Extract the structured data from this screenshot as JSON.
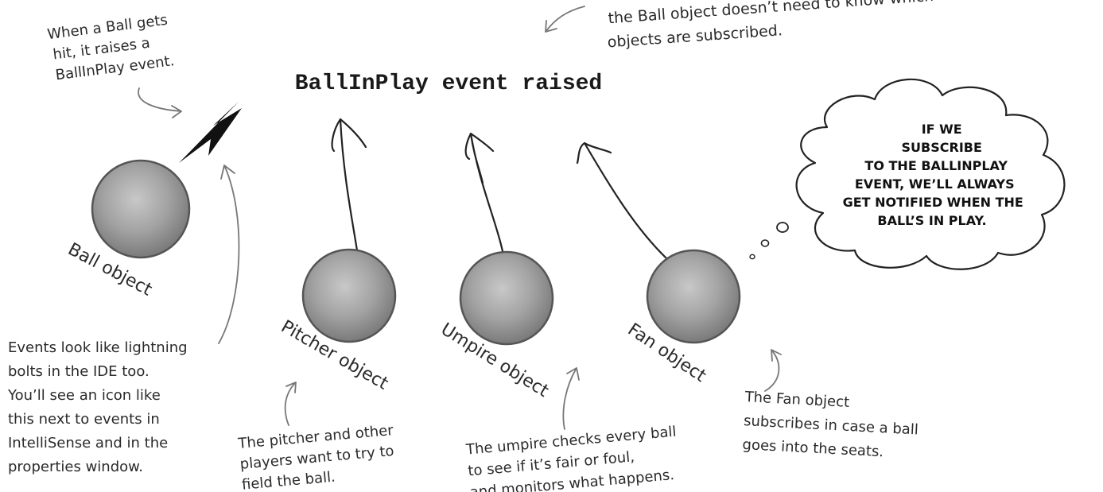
{
  "event_title": "BallInPlay event raised",
  "top_note": {
    "lines": [
      "the Ball object doesn’t need to know which",
      "objects are subscribed."
    ]
  },
  "raise_note": {
    "lines": [
      "When a Ball gets",
      "hit, it raises a",
      "BallInPlay event."
    ]
  },
  "objects": [
    {
      "id": "ball",
      "label": "Ball object"
    },
    {
      "id": "pitcher",
      "label": "Pitcher object"
    },
    {
      "id": "umpire",
      "label": "Umpire object"
    },
    {
      "id": "fan",
      "label": "Fan object"
    }
  ],
  "thought_bubble": {
    "lines": [
      "IF WE",
      "SUBSCRIBE",
      "TO THE BALLINPLAY",
      "EVENT, WE’LL ALWAYS",
      "GET NOTIFIED WHEN THE",
      "BALL’S IN PLAY."
    ]
  },
  "notes": {
    "lightning": [
      "Events look like lightning",
      "bolts in the IDE too.",
      "You’ll see an icon like",
      "this next to events in",
      "IntelliSense and in the",
      "properties window."
    ],
    "pitcher": [
      "The pitcher and other",
      "players want to try to",
      "field the ball."
    ],
    "umpire": [
      "The umpire checks every ball",
      "to see if it’s fair or foul,",
      "and monitors what happens."
    ],
    "fan": [
      "The Fan object",
      "subscribes in case a ball",
      "goes into the seats."
    ]
  }
}
